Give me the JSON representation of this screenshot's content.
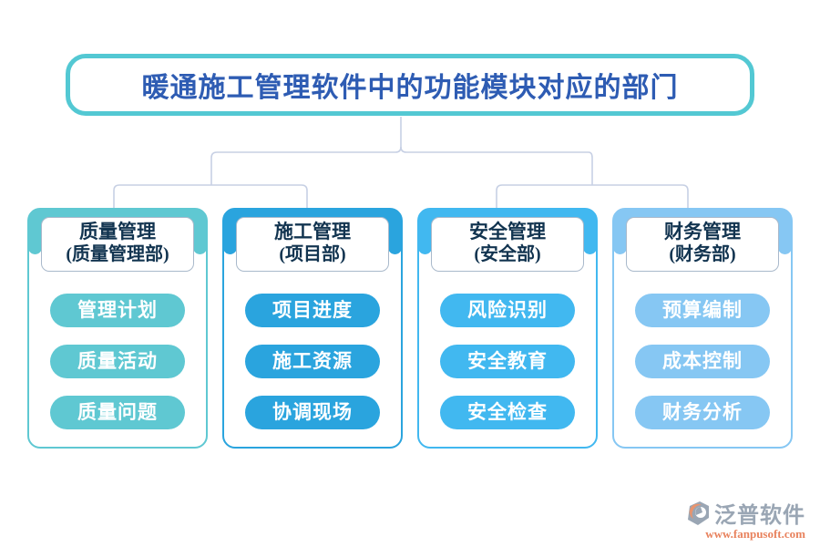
{
  "title": "暖通施工管理软件中的功能模块对应的部门",
  "columns": [
    {
      "name": "质量管理",
      "dept": "(质量管理部)",
      "color": "#5fc8d2",
      "items": [
        "管理计划",
        "质量活动",
        "质量问题"
      ]
    },
    {
      "name": "施工管理",
      "dept": "(项目部)",
      "color": "#2aa4de",
      "items": [
        "项目进度",
        "施工资源",
        "协调现场"
      ]
    },
    {
      "name": "安全管理",
      "dept": "(安全部)",
      "color": "#41b8f0",
      "items": [
        "风险识别",
        "安全教育",
        "安全检查"
      ]
    },
    {
      "name": "财务管理",
      "dept": "(财务部)",
      "color": "#86c7f3",
      "items": [
        "预算编制",
        "成本控制",
        "财务分析"
      ]
    }
  ],
  "footer": {
    "brand": "泛普软件",
    "url": "www.fanpusoft.com"
  },
  "colors": {
    "title_border": "#53c8d3",
    "title_text": "#2e5cb3",
    "connector_line": "#c7d0e4",
    "card_text": "#123450",
    "card_border": "#a9b9cb",
    "brand_gray": "#9aa6b4",
    "brand_orange": "#e8825d"
  }
}
